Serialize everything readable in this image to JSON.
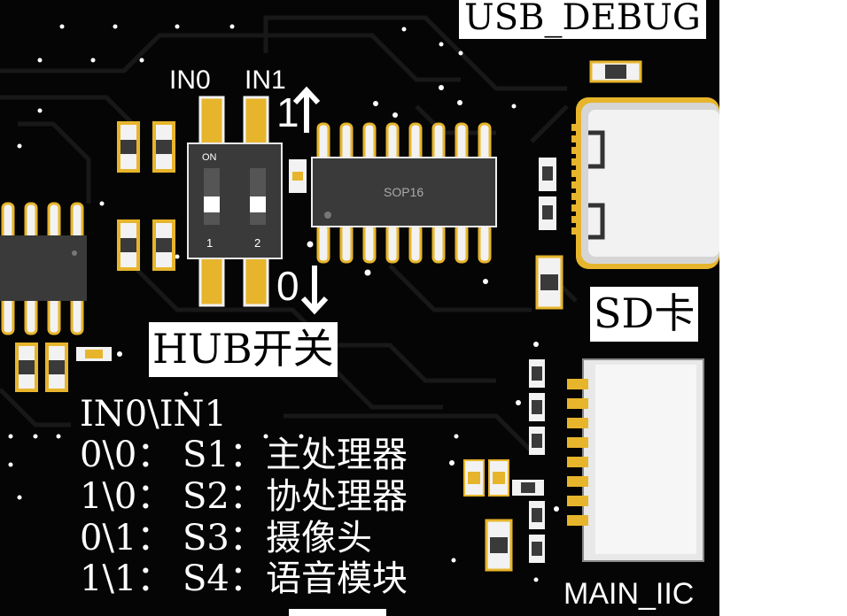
{
  "labels": {
    "usb_debug": "USB_DEBUG",
    "sd_card": "SD卡",
    "hub_switch": "HUB开关",
    "main_iic": "MAIN_IIC",
    "in0": "IN0",
    "in1": "IN1",
    "arrow_one": "1",
    "arrow_zero": "0",
    "sop16": "SOP16",
    "dip_on": "ON",
    "dip_pos1": "1",
    "dip_pos2": "2"
  },
  "legend": {
    "header": "IN0\\IN1",
    "rows": [
      {
        "combo": "0\\0：",
        "slot": "S1：",
        "target": "主处理器"
      },
      {
        "combo": "1\\0：",
        "slot": "S2：",
        "target": "协处理器"
      },
      {
        "combo": "0\\1：",
        "slot": "S3：",
        "target": "摄像头"
      },
      {
        "combo": "1\\1：",
        "slot": "S4：",
        "target": "语音模块"
      }
    ]
  },
  "colors": {
    "board": "#050505",
    "trace": "#1a1a1a",
    "copper": "#e7b52c",
    "silkscreen": "#ffffff",
    "chip": "#3a3a3a"
  }
}
